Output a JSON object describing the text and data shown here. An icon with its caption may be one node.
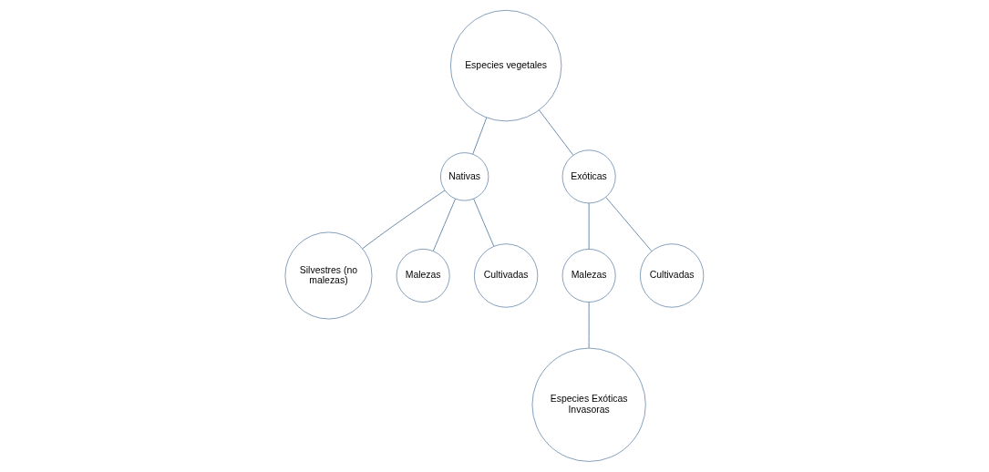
{
  "diagram": {
    "nodes": [
      {
        "text": [
          "Especies vegetales"
        ]
      },
      {
        "text": [
          "Nativas"
        ]
      },
      {
        "text": [
          "Exóticas"
        ]
      },
      {
        "text": [
          "Silvestres (no malezas)"
        ]
      },
      {
        "text": [
          "Malezas"
        ]
      },
      {
        "text": [
          "Cultivadas"
        ]
      },
      {
        "text": [
          "Malezas"
        ]
      },
      {
        "text": [
          "Cultivadas"
        ]
      },
      {
        "text": [
          "Especies Exóticas Invasoras"
        ]
      }
    ],
    "edges": [
      {
        "from": 0,
        "to": 1,
        "arrow": "none"
      },
      {
        "from": 0,
        "to": 2,
        "arrow": "none"
      },
      {
        "from": 1,
        "to": 3,
        "arrow": "none"
      },
      {
        "from": 1,
        "to": 4,
        "arrow": "none"
      },
      {
        "from": 1,
        "to": 5,
        "arrow": "none"
      },
      {
        "from": 2,
        "to": 6,
        "arrow": "none"
      },
      {
        "from": 2,
        "to": 7,
        "arrow": "none"
      },
      {
        "from": 6,
        "to": 8,
        "arrow": "none"
      }
    ]
  }
}
